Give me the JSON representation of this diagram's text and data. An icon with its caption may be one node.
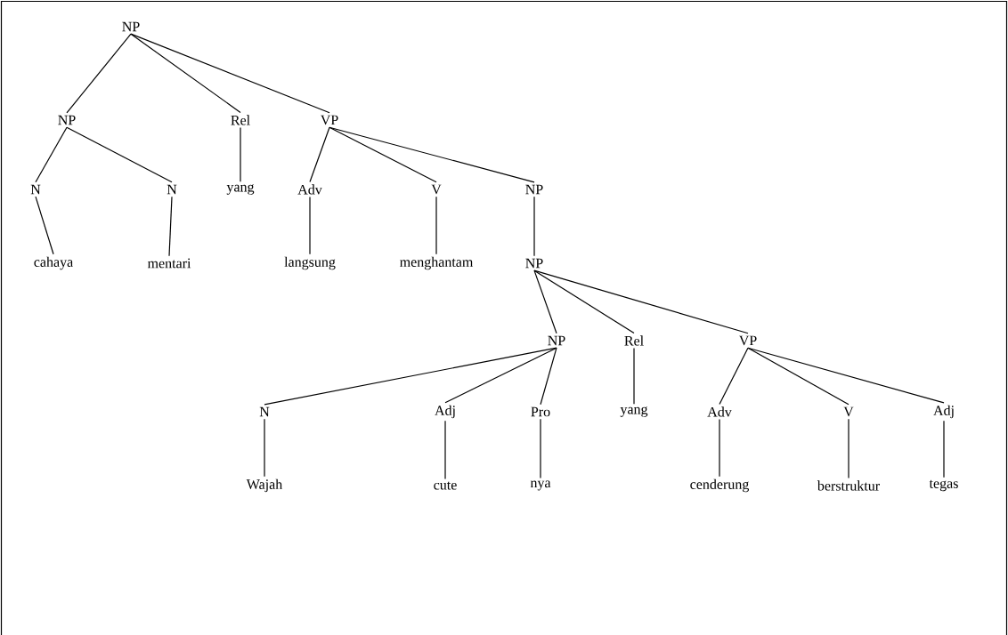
{
  "diagram": {
    "nodes": [
      {
        "text": [
          "NP"
        ]
      },
      {
        "text": [
          "NP"
        ]
      },
      {
        "text": [
          "Rel"
        ]
      },
      {
        "text": [
          "VP"
        ]
      },
      {
        "text": [
          "N"
        ]
      },
      {
        "text": [
          "N"
        ]
      },
      {
        "text": [
          "yang"
        ]
      },
      {
        "text": [
          "Adv"
        ]
      },
      {
        "text": [
          "V"
        ]
      },
      {
        "text": [
          "NP"
        ]
      },
      {
        "text": [
          "cahaya"
        ]
      },
      {
        "text": [
          "mentari"
        ]
      },
      {
        "text": [
          "langsung"
        ]
      },
      {
        "text": [
          "menghantam"
        ]
      },
      {
        "text": [
          "NP"
        ]
      },
      {
        "text": [
          "NP"
        ]
      },
      {
        "text": [
          "Rel"
        ]
      },
      {
        "text": [
          "VP"
        ]
      },
      {
        "text": [
          "N"
        ]
      },
      {
        "text": [
          "Adj"
        ]
      },
      {
        "text": [
          "Pro"
        ]
      },
      {
        "text": [
          "yang"
        ]
      },
      {
        "text": [
          "Adv"
        ]
      },
      {
        "text": [
          "V"
        ]
      },
      {
        "text": [
          "Adj"
        ]
      },
      {
        "text": [
          "Wajah"
        ]
      },
      {
        "text": [
          "cute"
        ]
      },
      {
        "text": [
          "nya"
        ]
      },
      {
        "text": [
          "cenderung"
        ]
      },
      {
        "text": [
          "berstruktur"
        ]
      },
      {
        "text": [
          "tegas"
        ]
      }
    ],
    "edges": [
      {
        "from": 0,
        "to": 1,
        "arrow": "none"
      },
      {
        "from": 0,
        "to": 2,
        "arrow": "none"
      },
      {
        "from": 0,
        "to": 3,
        "arrow": "none"
      },
      {
        "from": 1,
        "to": 4,
        "arrow": "none"
      },
      {
        "from": 1,
        "to": 5,
        "arrow": "none"
      },
      {
        "from": 2,
        "to": 6,
        "arrow": "none"
      },
      {
        "from": 3,
        "to": 7,
        "arrow": "none"
      },
      {
        "from": 3,
        "to": 8,
        "arrow": "none"
      },
      {
        "from": 3,
        "to": 9,
        "arrow": "none"
      },
      {
        "from": 4,
        "to": 10,
        "arrow": "none"
      },
      {
        "from": 5,
        "to": 11,
        "arrow": "none"
      },
      {
        "from": 7,
        "to": 12,
        "arrow": "none"
      },
      {
        "from": 8,
        "to": 13,
        "arrow": "none"
      },
      {
        "from": 9,
        "to": 14,
        "arrow": "none"
      },
      {
        "from": 14,
        "to": 15,
        "arrow": "none"
      },
      {
        "from": 14,
        "to": 16,
        "arrow": "none"
      },
      {
        "from": 14,
        "to": 17,
        "arrow": "none"
      },
      {
        "from": 15,
        "to": 18,
        "arrow": "none"
      },
      {
        "from": 15,
        "to": 19,
        "arrow": "none"
      },
      {
        "from": 15,
        "to": 20,
        "arrow": "none"
      },
      {
        "from": 16,
        "to": 21,
        "arrow": "none"
      },
      {
        "from": 17,
        "to": 22,
        "arrow": "none"
      },
      {
        "from": 17,
        "to": 23,
        "arrow": "none"
      },
      {
        "from": 17,
        "to": 24,
        "arrow": "none"
      },
      {
        "from": 18,
        "to": 25,
        "arrow": "none"
      },
      {
        "from": 19,
        "to": 26,
        "arrow": "none"
      },
      {
        "from": 20,
        "to": 27,
        "arrow": "none"
      },
      {
        "from": 22,
        "to": 28,
        "arrow": "none"
      },
      {
        "from": 23,
        "to": 29,
        "arrow": "none"
      },
      {
        "from": 24,
        "to": 30,
        "arrow": "none"
      }
    ]
  }
}
